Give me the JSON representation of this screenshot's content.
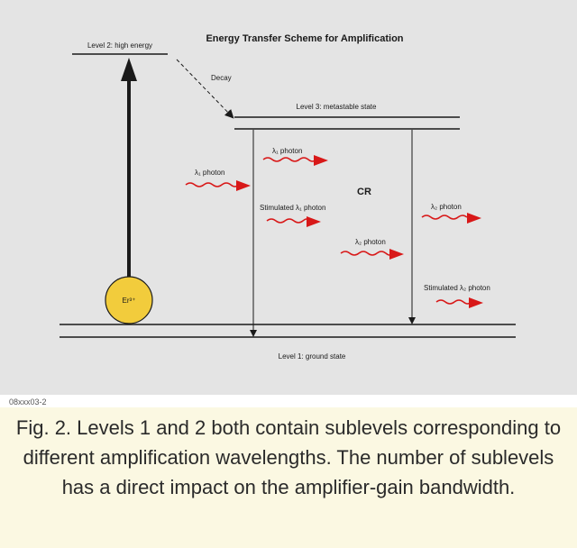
{
  "title": "Energy Transfer Scheme for Amplification",
  "labels": {
    "level2": "Level 2: high energy",
    "decay": "Decay",
    "level3": "Level 3: metastable state",
    "level1": "Level 1: ground state",
    "cr": "CR",
    "ion": "Er³⁺"
  },
  "photons": [
    "λ₁ photon",
    "λ₁ photon",
    "Stimulated λ₁ photon",
    "λ₂ photon",
    "λ₂ photon",
    "Stimulated λ₂ photon"
  ],
  "figure_id": "08xxx03-2",
  "caption": "Fig. 2. Levels 1 and 2 both contain sublevels corresponding to different amplification wavelengths. The number of sublevels has a direct impact on the amplifier-gain bandwidth.",
  "colors": {
    "background": "#e4e4e4",
    "caption_background": "#fbf8e2",
    "photon_wave": "#d81818",
    "line": "#1a1a1a",
    "ion_fill": "#f2cc3c"
  }
}
